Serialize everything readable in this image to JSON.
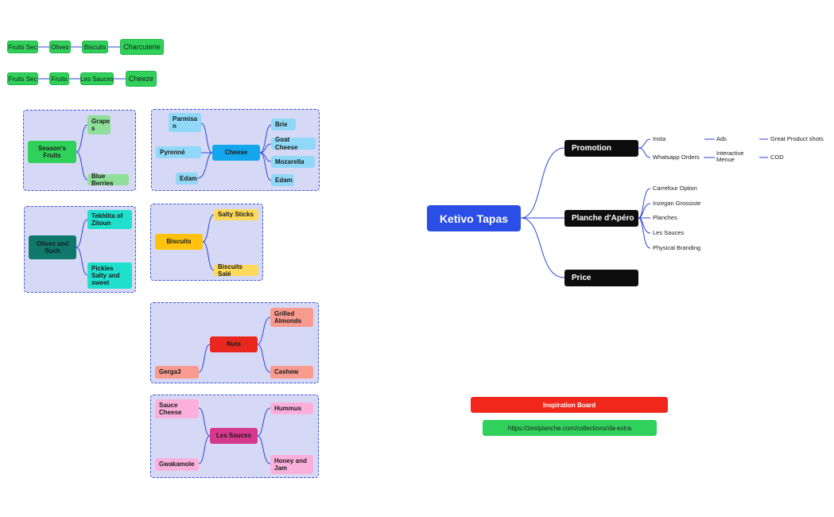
{
  "chains": {
    "row1": [
      "Fruits Sec",
      "Olives",
      "Biscuits",
      "Charcuterie"
    ],
    "row2": [
      "Fruits Sec",
      "Fruits",
      "Les Sauces",
      "Cheeze"
    ]
  },
  "groups": {
    "fruits": {
      "center": "Season's Fruits",
      "children": [
        "Grape s",
        "Blue Berries"
      ]
    },
    "cheese": {
      "center": "Cheese",
      "left": [
        "Parmisa n",
        "Pyrenné",
        "Edam"
      ],
      "right": [
        "Brie",
        "Goat Cheese",
        "Mozarella",
        "Edam"
      ]
    },
    "olives": {
      "center": "Olives and Such",
      "children": [
        "Tekhlita of Zitoun",
        "Pickles Salty and sweet"
      ]
    },
    "biscuits": {
      "center": "Biscuits",
      "children": [
        "Salty Sticks",
        "Biscuits Salé"
      ]
    },
    "nuts": {
      "center": "Nuts",
      "left": [
        "Gerga3"
      ],
      "right": [
        "Grilled Almonds",
        "Cashew"
      ]
    },
    "sauces": {
      "center": "Les Sauces",
      "left": [
        "Sauce Cheese",
        "Gwakamole"
      ],
      "right": [
        "Hummus",
        "Honey and Jam"
      ]
    }
  },
  "mindmap": {
    "root": "Ketivo Tapas",
    "branches": {
      "promotion": {
        "label": "Promotion",
        "insta": "Insta",
        "ads": "Ads",
        "shots": "Great Product shots",
        "whatsapp": "Whatsapp Orders",
        "interactive": "Interactive Menue",
        "cod": "COD"
      },
      "planche": {
        "label": "Planche d'Apéro",
        "items": [
          "Carrefour Option",
          "Inzegan Grossiste",
          "Planches",
          "Les Sauces",
          "Physical Branding"
        ]
      },
      "price": {
        "label": "Price"
      }
    }
  },
  "inspiration": {
    "title": "Inspiration Board",
    "link": "https://zestplanche.com/collections/da-extra"
  },
  "colors": {
    "chip_green": "#2fd15a",
    "frame_bg": "#d6d9f5",
    "frame_border": "#3a55d9",
    "connector": "#2b46d6",
    "root_blue": "#2b4ee6",
    "banner_red": "#f2271b",
    "banner_green": "#2fd15a"
  }
}
